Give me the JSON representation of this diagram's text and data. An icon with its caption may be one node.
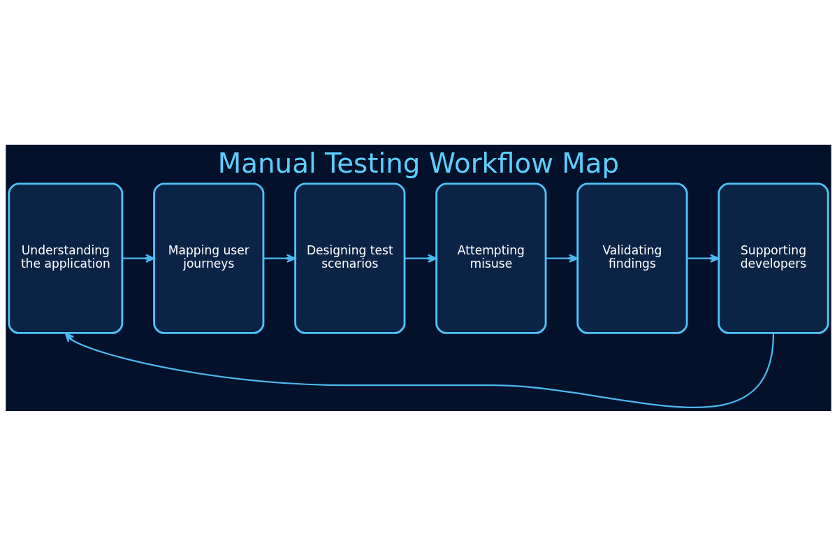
{
  "diagram": {
    "title": "Manual Testing Workflow Map",
    "nodes": [
      {
        "text": [
          "Understanding the application"
        ]
      },
      {
        "text": [
          "Mapping user journeys"
        ]
      },
      {
        "text": [
          "Designing test scenarios"
        ]
      },
      {
        "text": [
          "Attempting misuse"
        ]
      },
      {
        "text": [
          "Validating findings"
        ]
      },
      {
        "text": [
          "Supporting developers"
        ]
      }
    ],
    "edges": [
      {
        "from": 0,
        "to": 1,
        "arrow": "to"
      },
      {
        "from": 1,
        "to": 2,
        "arrow": "to"
      },
      {
        "from": 2,
        "to": 3,
        "arrow": "to"
      },
      {
        "from": 3,
        "to": 4,
        "arrow": "to"
      },
      {
        "from": 4,
        "to": 5,
        "arrow": "to"
      },
      {
        "from": 5,
        "to": 0,
        "arrow": "to"
      }
    ]
  }
}
